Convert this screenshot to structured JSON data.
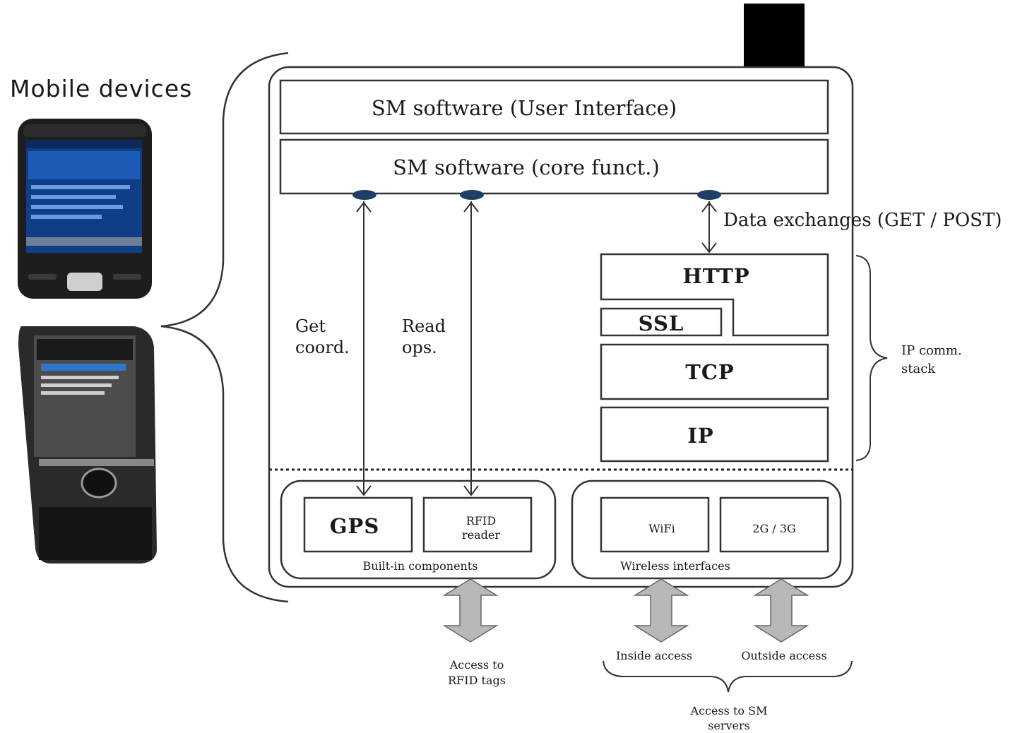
{
  "title": "Mobile devices",
  "layers": {
    "ui": "SM software (User Interface)",
    "core": "SM software (core funct.)"
  },
  "data_exchanges": "Data exchanges (GET / POST)",
  "protocols": {
    "http": "HTTP",
    "ssl": "SSL",
    "tcp": "TCP",
    "ip": "IP"
  },
  "ip_stack_label": "IP comm. stack",
  "get_coord": "Get coord.",
  "read_ops": "Read ops.",
  "builtin": {
    "gps": "GPS",
    "rfid": "RFID reader",
    "group_label": "Built-in components"
  },
  "wireless": {
    "wifi": "WiFi",
    "cell": "2G / 3G",
    "group_label": "Wireless interfaces"
  },
  "access": {
    "rfid_tags": "Access to RFID tags",
    "inside": "Inside access",
    "outside": "Outside access",
    "sm_servers": "Access to SM servers"
  },
  "colors": {
    "line": "#333333",
    "arrow_fill": "#b8b8b8",
    "connector": "#1f3f66",
    "phone_body": "#1d1d1d",
    "phone_screen": "#0f3e86"
  }
}
